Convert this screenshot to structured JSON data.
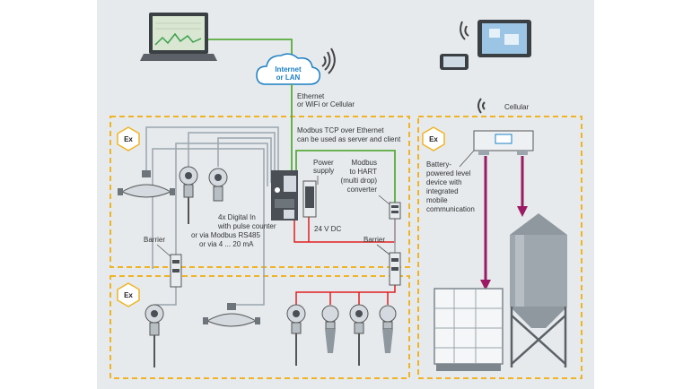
{
  "cloud": {
    "line1": "Internet",
    "line2": "or LAN"
  },
  "network_label": {
    "line1": "Ethernet",
    "line2": "or WiFi or Cellular"
  },
  "modbus_tcp_label": {
    "line1": "Modbus TCP over Ethernet",
    "line2": "can be used as server and client"
  },
  "power_supply_label": {
    "line1": "Power",
    "line2": "supply"
  },
  "hart_converter_label": {
    "line1": "Modbus",
    "line2": "to HART",
    "line3": "(multi drop)",
    "line4": "converter"
  },
  "voltage_label": "24 V DC",
  "barrier_left_label": "Barrier",
  "barrier_right_label": "Barrier",
  "digital_inputs_label": {
    "line1": "4x Digital In",
    "line2": "with pulse counter",
    "line3": "or via Modbus RS485",
    "line4": "or via 4 ... 20 mA"
  },
  "cellular_label": "Cellular",
  "battery_device_label": {
    "line1": "Battery-",
    "line2": "powered level",
    "line3": "device with",
    "line4": "integrated",
    "line5": "mobile",
    "line6": "communication"
  },
  "ex_badge": "Ex",
  "colors": {
    "zone_border": "#f0b323",
    "ethernet_line": "#5aab3c",
    "power_line": "#e02020",
    "field_cable": "#9aa5ad",
    "signal_arrow": "#9b1a63",
    "background_panel": "#e6eaed",
    "cloud_text": "#1b7fc4"
  }
}
